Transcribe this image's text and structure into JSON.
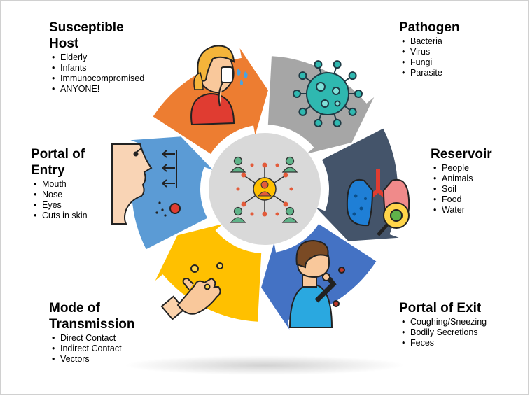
{
  "colors": {
    "pathogen": "#a6a6a6",
    "reservoir": "#44546a",
    "portal_exit": "#4472c4",
    "mode_transmission": "#ffc000",
    "portal_entry": "#5b9bd5",
    "susceptible_host": "#ed7d31",
    "center_circle": "#d9d9d9"
  },
  "segments": {
    "susceptible_host": {
      "title_line1": "Susceptible",
      "title_line2": "Host",
      "items": [
        "Elderly",
        "Infants",
        "Immunocompromised",
        "ANYONE!"
      ],
      "icon": "sneezing-person-icon"
    },
    "pathogen": {
      "title": "Pathogen",
      "items": [
        "Bacteria",
        "Virus",
        "Fungi",
        "Parasite"
      ],
      "icon": "virus-icon"
    },
    "reservoir": {
      "title": "Reservoir",
      "items": [
        "People",
        "Animals",
        "Soil",
        "Food",
        "Water"
      ],
      "icon": "infected-lungs-icon"
    },
    "portal_exit": {
      "title": "Portal of Exit",
      "items": [
        "Coughing/Sneezing",
        "Bodily Secretions",
        "Feces"
      ],
      "icon": "coughing-person-icon"
    },
    "mode_transmission": {
      "title_line1": "Mode of",
      "title_line2": "Transmission",
      "items": [
        "Direct Contact",
        "Indirect Contact",
        "Vectors"
      ],
      "icon": "germy-hand-icon"
    },
    "portal_entry": {
      "title_line1": "Portal of",
      "title_line2": "Entry",
      "items": [
        "Mouth",
        "Nose",
        "Eyes",
        "Cuts in skin"
      ],
      "icon": "face-inhaling-icon"
    }
  },
  "center": {
    "icon": "infection-spread-network-icon"
  }
}
